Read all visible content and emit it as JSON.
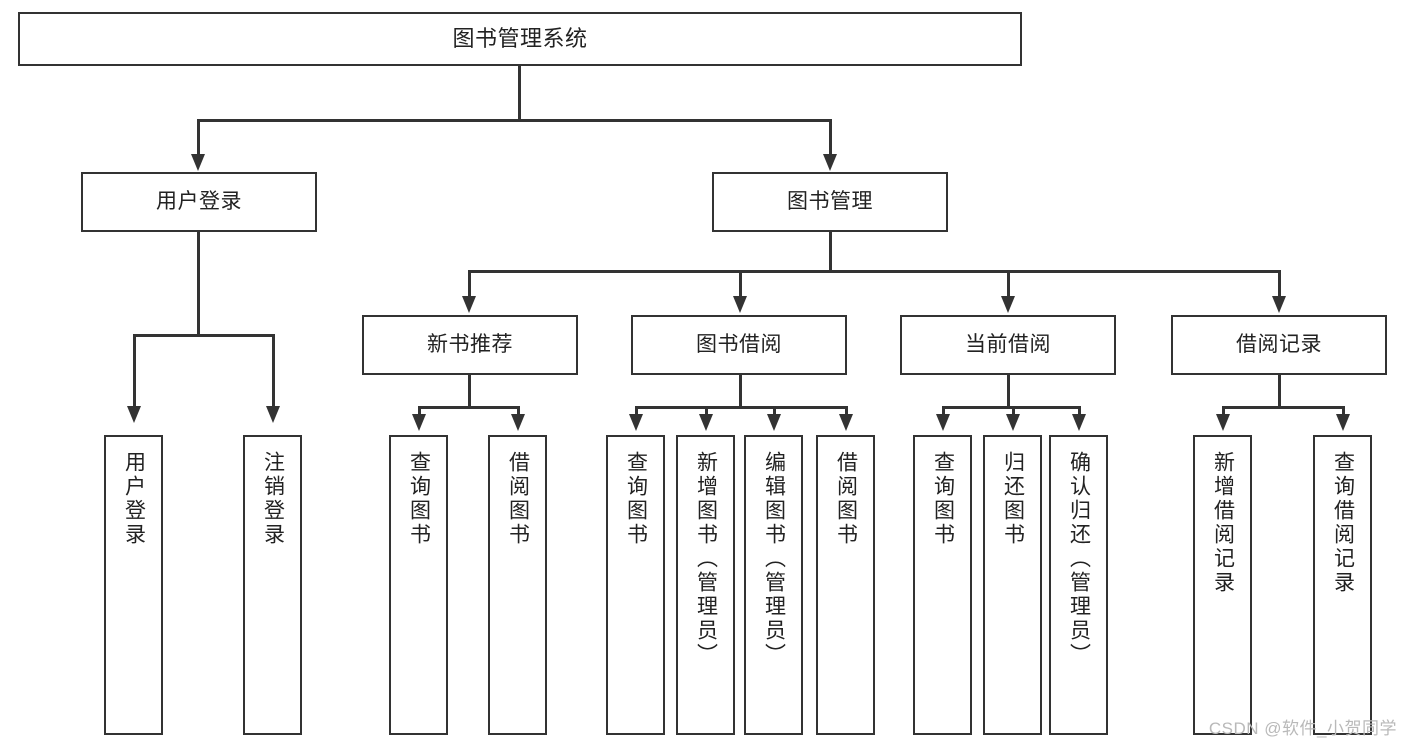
{
  "diagram": {
    "type": "tree-hierarchy-chart",
    "title": "图书管理系统",
    "watermark": "CSDN @软件_小贺同学",
    "colors": {
      "stroke": "#333333",
      "fill": "#ffffff",
      "text": "#222222",
      "watermark": "#b9b9b9"
    },
    "levels": [
      {
        "level": 1,
        "nodes": [
          {
            "id": "root",
            "label": "图书管理系统",
            "orientation": "horizontal"
          }
        ]
      },
      {
        "level": 2,
        "nodes": [
          {
            "id": "user-login",
            "label": "用户登录",
            "orientation": "horizontal"
          },
          {
            "id": "book-manage",
            "label": "图书管理",
            "orientation": "horizontal"
          }
        ]
      },
      {
        "level": 3,
        "nodes": [
          {
            "id": "new-book-rec",
            "label": "新书推荐",
            "orientation": "horizontal"
          },
          {
            "id": "book-borrow",
            "label": "图书借阅",
            "orientation": "horizontal"
          },
          {
            "id": "current-borrow",
            "label": "当前借阅",
            "orientation": "horizontal"
          },
          {
            "id": "borrow-record",
            "label": "借阅记录",
            "orientation": "horizontal"
          }
        ]
      },
      {
        "level": 4,
        "nodes": [
          {
            "id": "leaf-user-login",
            "label": "用户登录",
            "orientation": "vertical",
            "parent": "user-login"
          },
          {
            "id": "leaf-logout",
            "label": "注销登录",
            "orientation": "vertical",
            "parent": "user-login"
          },
          {
            "id": "leaf-query-book-1",
            "label": "查询图书",
            "orientation": "vertical",
            "parent": "new-book-rec"
          },
          {
            "id": "leaf-borrow-book-1",
            "label": "借阅图书",
            "orientation": "vertical",
            "parent": "new-book-rec"
          },
          {
            "id": "leaf-query-book-2",
            "label": "查询图书",
            "orientation": "vertical",
            "parent": "book-borrow"
          },
          {
            "id": "leaf-add-book",
            "label": "新增图书（管理员）",
            "orientation": "vertical",
            "parent": "book-borrow"
          },
          {
            "id": "leaf-edit-book",
            "label": "编辑图书（管理员）",
            "orientation": "vertical",
            "parent": "book-borrow"
          },
          {
            "id": "leaf-borrow-book-2",
            "label": "借阅图书",
            "orientation": "vertical",
            "parent": "book-borrow"
          },
          {
            "id": "leaf-query-book-3",
            "label": "查询图书",
            "orientation": "vertical",
            "parent": "current-borrow"
          },
          {
            "id": "leaf-return-book",
            "label": "归还图书",
            "orientation": "vertical",
            "parent": "current-borrow"
          },
          {
            "id": "leaf-confirm-return",
            "label": "确认归还（管理员）",
            "orientation": "vertical",
            "parent": "current-borrow"
          },
          {
            "id": "leaf-add-record",
            "label": "新增借阅记录",
            "orientation": "vertical",
            "parent": "borrow-record"
          },
          {
            "id": "leaf-query-record",
            "label": "查询借阅记录",
            "orientation": "vertical",
            "parent": "borrow-record"
          }
        ]
      }
    ]
  }
}
